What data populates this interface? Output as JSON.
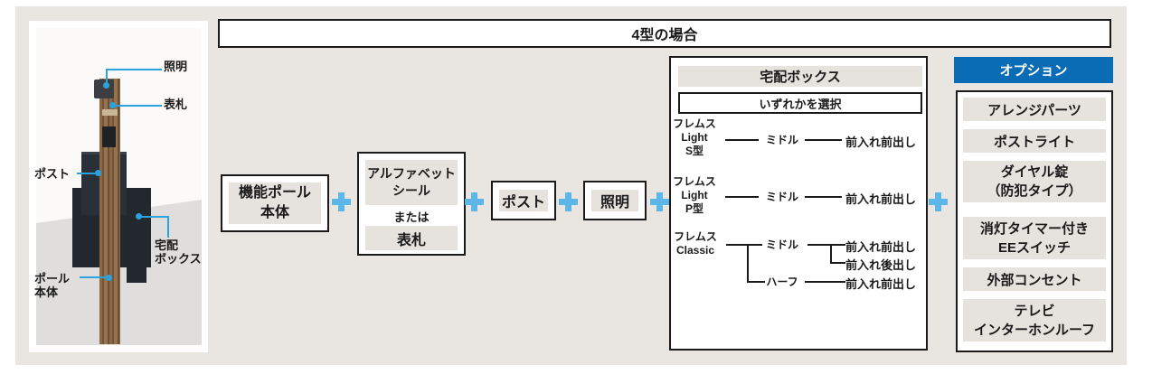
{
  "header": {
    "title": "4型の場合"
  },
  "colors": {
    "panel_bg": "#e9e5e1",
    "label_fill": "#e6e2dd",
    "accent_blue": "#0a6cb5",
    "plus_blue": "#5cb6e7",
    "callout_blue": "#2aa2dd",
    "line_black": "#1a1a1a"
  },
  "photo": {
    "labels": {
      "lighting": "照明",
      "nameplate": "表札",
      "post": "ポスト",
      "delivery_box": "宅配\nボックス",
      "pole_body": "ポール\n本体"
    }
  },
  "flow": {
    "pole_unit_label": "機能ポール\n本体",
    "alphabet_seal_label": "アルファベット\nシール",
    "or_label": "または",
    "nameplate_label": "表札",
    "post_label": "ポスト",
    "lighting_label": "照明"
  },
  "delivery": {
    "title": "宅配ボックス",
    "select_note": "いずれかを選択",
    "rows": [
      {
        "name": "フレムス\nLight\nS型",
        "size": "ミドル",
        "access": "前入れ前出し"
      },
      {
        "name": "フレムス\nLight\nP型",
        "size": "ミドル",
        "access": "前入れ前出し"
      }
    ],
    "classic": {
      "name": "フレムス\nClassic",
      "middle_label": "ミドル",
      "middle_access_front": "前入れ前出し",
      "middle_access_rear": "前入れ後出し",
      "half_label": "ハーフ",
      "half_access": "前入れ前出し"
    }
  },
  "options": {
    "title": "オプション",
    "items": [
      "アレンジパーツ",
      "ポストライト",
      "ダイヤル錠\n（防犯タイプ）",
      "消灯タイマー付き\nEEスイッチ",
      "外部コンセント",
      "テレビ\nインターホンルーフ"
    ]
  }
}
